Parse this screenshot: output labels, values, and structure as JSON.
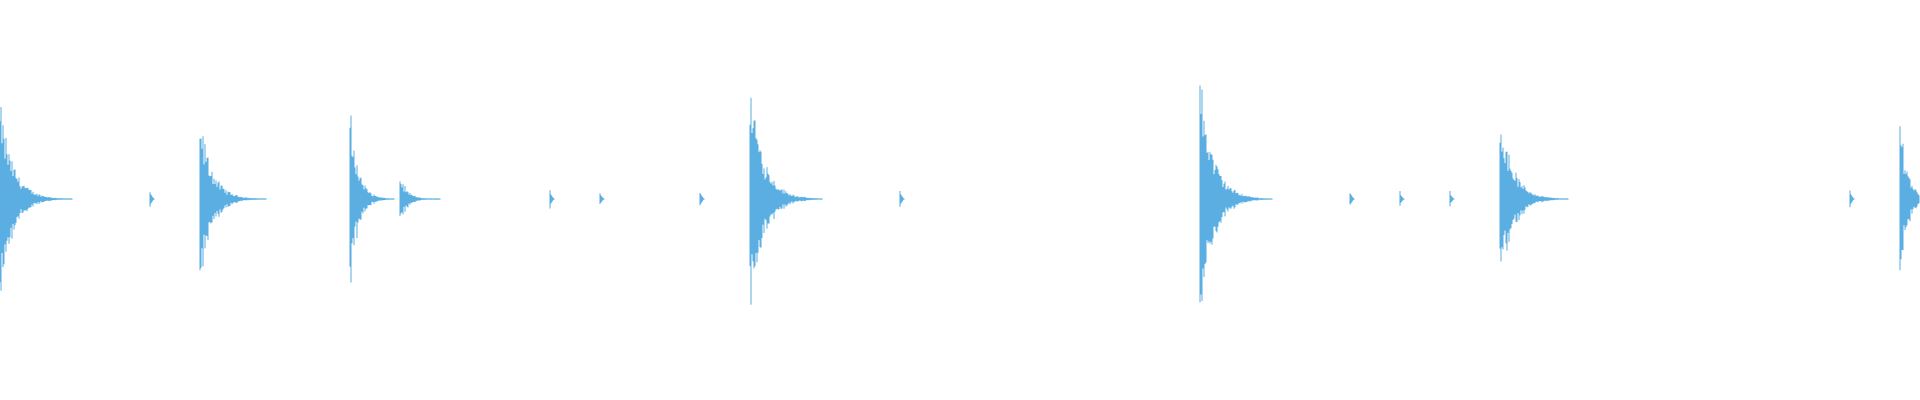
{
  "waveform": {
    "color": "#5aaee2",
    "background": "#ffffff",
    "clip_duration_s": 9.6,
    "amplitude_scale": 1.0,
    "onsets": [
      {
        "time_s": 0.0,
        "peak": 0.48,
        "decay_s": 0.36
      },
      {
        "time_s": 0.75,
        "peak": 0.05,
        "decay_s": 0.02
      },
      {
        "time_s": 1.0,
        "peak": 0.41,
        "decay_s": 0.33
      },
      {
        "time_s": 1.75,
        "peak": 0.45,
        "decay_s": 0.22
      },
      {
        "time_s": 2.0,
        "peak": 0.12,
        "decay_s": 0.2
      },
      {
        "time_s": 2.75,
        "peak": 0.05,
        "decay_s": 0.02
      },
      {
        "time_s": 3.0,
        "peak": 0.04,
        "decay_s": 0.02
      },
      {
        "time_s": 3.5,
        "peak": 0.05,
        "decay_s": 0.02
      },
      {
        "time_s": 3.75,
        "peak": 0.62,
        "decay_s": 0.36
      },
      {
        "time_s": 4.5,
        "peak": 0.05,
        "decay_s": 0.02
      },
      {
        "time_s": 6.0,
        "peak": 0.62,
        "decay_s": 0.36
      },
      {
        "time_s": 6.75,
        "peak": 0.05,
        "decay_s": 0.02
      },
      {
        "time_s": 7.0,
        "peak": 0.04,
        "decay_s": 0.02
      },
      {
        "time_s": 7.25,
        "peak": 0.04,
        "decay_s": 0.02
      },
      {
        "time_s": 7.5,
        "peak": 0.47,
        "decay_s": 0.34
      },
      {
        "time_s": 9.25,
        "peak": 0.05,
        "decay_s": 0.02
      },
      {
        "time_s": 9.5,
        "peak": 0.44,
        "decay_s": 0.2
      }
    ]
  }
}
